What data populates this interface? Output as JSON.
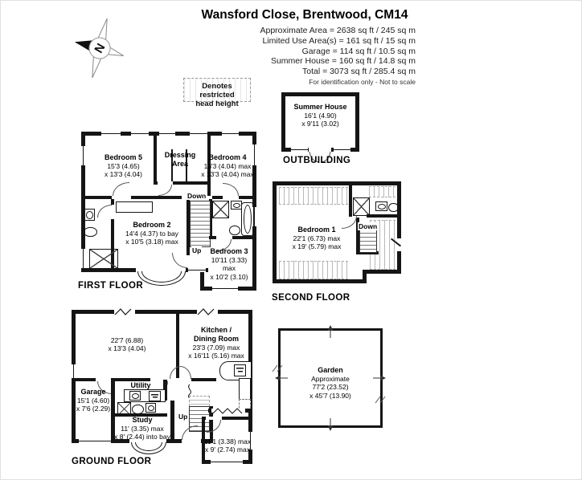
{
  "header": {
    "title": "Wansford Close, Brentwood, CM14",
    "lines": [
      "Approximate Area = 2638 sq ft / 245 sq m",
      "Limited Use Area(s) = 161 sq ft / 15 sq m",
      "Garage = 114 sq ft / 10.5 sq m",
      "Summer House = 160 sq ft / 14.8 sq m",
      "Total = 3073 sq ft / 285.4 sq m"
    ],
    "disclaimer": "For identification only - Not to scale"
  },
  "compass": {
    "north": "N"
  },
  "legend": {
    "line1": "Denotes restricted",
    "line2": "head height"
  },
  "outbuilding": {
    "caption": "OUTBUILDING",
    "summer_house": [
      "Summer House",
      "16'1 (4.90)",
      "x 9'11 (3.02)"
    ]
  },
  "first_floor": {
    "caption": "FIRST FLOOR",
    "bedroom_5": [
      "Bedroom 5",
      "15'3 (4.65)",
      "x 13'3 (4.04)"
    ],
    "dressing_area": [
      "Dressing",
      "Area"
    ],
    "bedroom_4": [
      "Bedroom 4",
      "13'3 (4.04) max",
      "x 13'3 (4.04) max"
    ],
    "bedroom_2": [
      "Bedroom 2",
      "14'4 (4.37) to bay",
      "x 10'5 (3.18) max"
    ],
    "bedroom_3": [
      "Bedroom 3",
      "10'11 (3.33)",
      "max",
      "x 10'2 (3.10)"
    ],
    "down": "Down",
    "up": "Up"
  },
  "second_floor": {
    "caption": "SECOND FLOOR",
    "bedroom_1": [
      "Bedroom 1",
      "22'1 (6.73) max",
      "x 19' (5.79) max"
    ],
    "down": "Down"
  },
  "ground_floor": {
    "caption": "GROUND FLOOR",
    "reception": [
      "22'7 (6.88)",
      "x 13'3 (4.04)"
    ],
    "kitchen": [
      "Kitchen /",
      "Dining Room",
      "23'3 (7.09) max",
      "x 16'11 (5.16) max"
    ],
    "utility": "Utility",
    "garage": [
      "Garage",
      "15'1 (4.60)",
      "x 7'6 (2.29)"
    ],
    "study": [
      "Study",
      "11' (3.35) max",
      "x 8' (2.44) into bay"
    ],
    "family_room": [
      "11'1 (3.38) max",
      "x 9' (2.74) max"
    ],
    "up": "Up"
  },
  "garden": [
    "Garden",
    "Approximate",
    "77'2 (23.52)",
    "x 45'7 (13.90)"
  ]
}
